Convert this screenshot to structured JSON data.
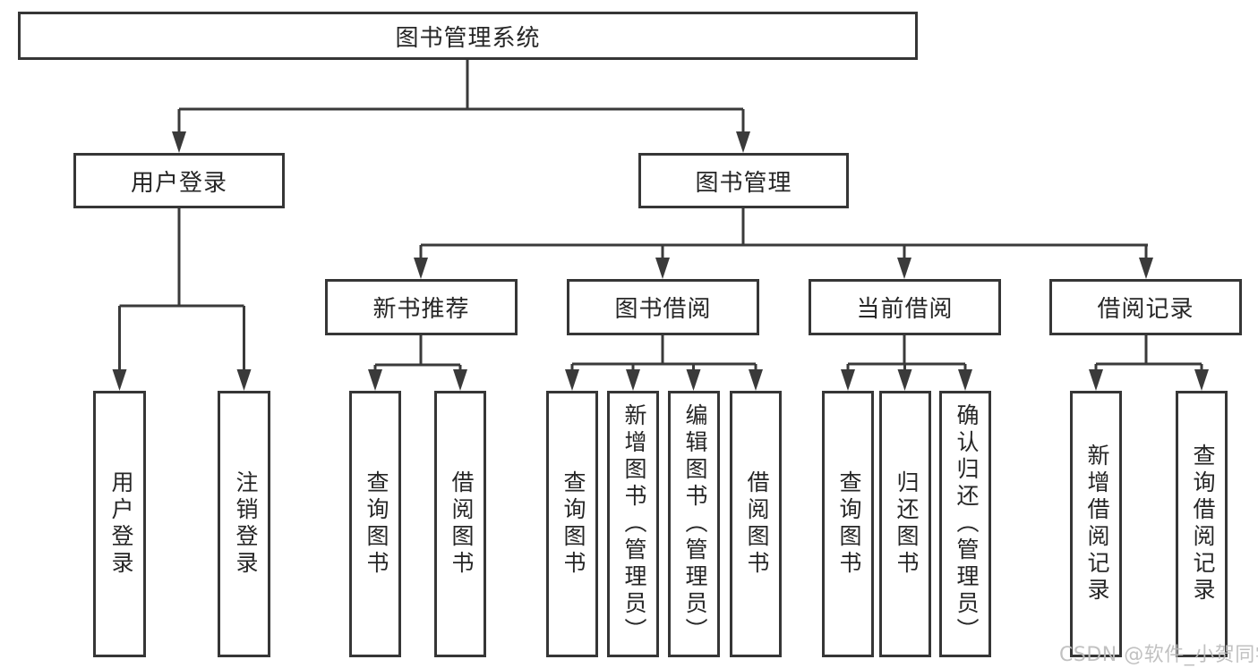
{
  "tree": {
    "label": "图书管理系统",
    "children": [
      {
        "label": "用户登录",
        "children": [
          {
            "label": "用户登录"
          },
          {
            "label": "注销登录"
          }
        ]
      },
      {
        "label": "图书管理",
        "children": [
          {
            "label": "新书推荐",
            "children": [
              {
                "label": "查询图书"
              },
              {
                "label": "借阅图书"
              }
            ]
          },
          {
            "label": "图书借阅",
            "children": [
              {
                "label": "查询图书"
              },
              {
                "label": "新增图书（管理员）"
              },
              {
                "label": "编辑图书（管理员）"
              },
              {
                "label": "借阅图书"
              }
            ]
          },
          {
            "label": "当前借阅",
            "children": [
              {
                "label": "查询图书"
              },
              {
                "label": "归还图书"
              },
              {
                "label": "确认归还（管理员）"
              }
            ]
          },
          {
            "label": "借阅记录",
            "children": [
              {
                "label": "新增借阅记录"
              },
              {
                "label": "查询借阅记录"
              }
            ]
          }
        ]
      }
    ]
  },
  "watermark": {
    "text": "CSDN @软件_小贺同学"
  },
  "colors": {
    "line": "#3a3a3a",
    "box_border": "#363636",
    "box_fill": "#ffffff",
    "text": "#262626",
    "watermark": "#bcbcbc",
    "background": "#ffffff"
  }
}
